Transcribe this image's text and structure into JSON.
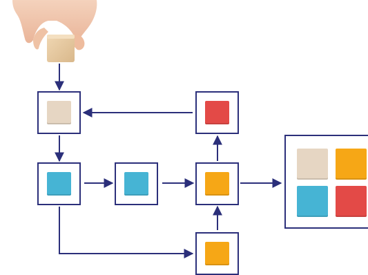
{
  "colors": {
    "stroke": "#2b2f7a",
    "beige": "#e6d6c3",
    "blue": "#46b4d4",
    "yellow": "#f6a716",
    "red": "#e34a47",
    "wood": "#e9cda5",
    "skin": "#f2c6aa"
  },
  "diagram": {
    "nodes": [
      {
        "id": "n-top-left",
        "chips": [
          "beige"
        ]
      },
      {
        "id": "n-top-mid",
        "chips": [
          "red"
        ]
      },
      {
        "id": "n-row-1",
        "chips": [
          "blue"
        ]
      },
      {
        "id": "n-row-2",
        "chips": [
          "blue"
        ]
      },
      {
        "id": "n-row-3",
        "chips": [
          "yellow"
        ]
      },
      {
        "id": "n-bottom",
        "chips": [
          "yellow"
        ]
      },
      {
        "id": "n-result",
        "chips": [
          "beige",
          "yellow",
          "blue",
          "red"
        ]
      }
    ],
    "edges": [
      {
        "from": "hand-block",
        "to": "n-top-left"
      },
      {
        "from": "n-top-mid",
        "to": "n-top-left"
      },
      {
        "from": "n-top-left",
        "to": "n-row-1"
      },
      {
        "from": "n-row-1",
        "to": "n-row-2"
      },
      {
        "from": "n-row-2",
        "to": "n-row-3"
      },
      {
        "from": "n-row-3",
        "to": "n-top-mid"
      },
      {
        "from": "n-row-3",
        "to": "n-result"
      },
      {
        "from": "n-row-1",
        "to": "n-bottom"
      },
      {
        "from": "n-bottom",
        "to": "n-row-3"
      }
    ],
    "image": {
      "subject": "hand-holding-wooden-block-icon"
    }
  }
}
